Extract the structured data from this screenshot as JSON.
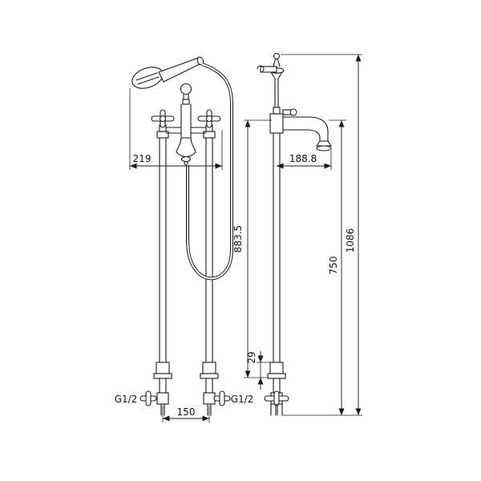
{
  "diagram": {
    "dimensions": {
      "front_width": "219",
      "spout_reach": "188.8",
      "riser_height": "883.5",
      "spout_height": "750",
      "total_height": "1086",
      "base_height": "29",
      "inlet_spacing": "150"
    },
    "connections": {
      "left": "G1/2",
      "right": "G1/2"
    },
    "colors": {
      "line": "#1a1a1a",
      "background": "#ffffff"
    }
  }
}
